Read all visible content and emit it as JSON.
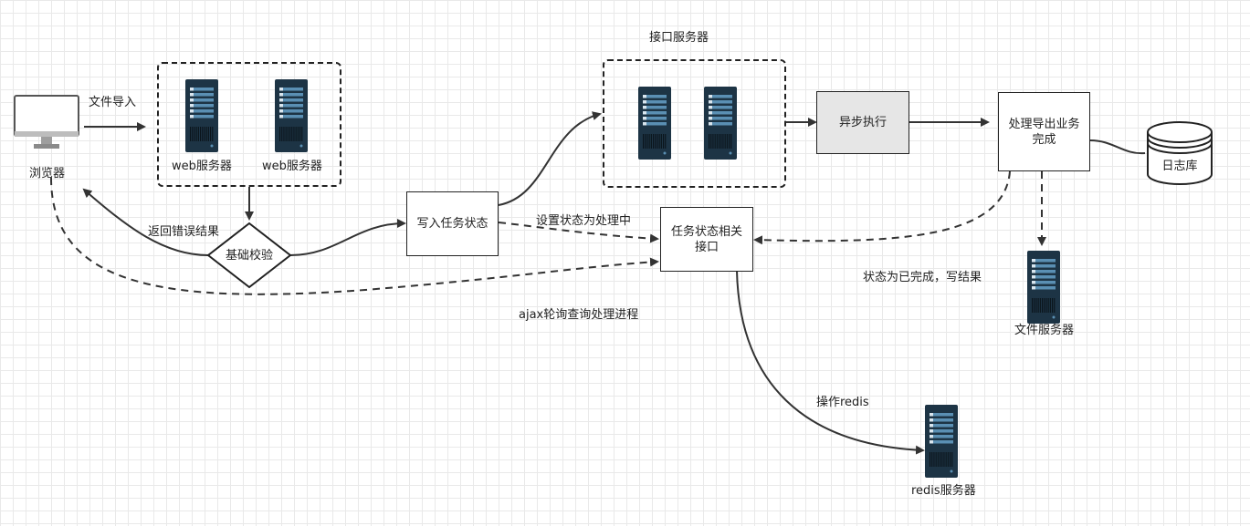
{
  "nodes": {
    "browser": "浏览器",
    "web_server_1": "web服务器",
    "web_server_2": "web服务器",
    "api_group_title": "接口服务器",
    "basic_check": "基础校验",
    "write_task_status": "写入任务状态",
    "async_exec": "异步执行",
    "process_export": "处理导出业务完成",
    "log_db": "日志库",
    "task_status_api": "任务状态相关接口",
    "file_server": "文件服务器",
    "redis_server": "redis服务器"
  },
  "edges": {
    "file_import": "文件导入",
    "return_error": "返回错误结果",
    "set_processing": "设置状态为处理中",
    "status_done": "状态为已完成，写结果",
    "ajax_poll": "ajax轮询查询处理进程",
    "operate_redis": "操作redis"
  },
  "colors": {
    "server_body": "#1d3445",
    "server_stripe": "#5a8fb3",
    "async_fill": "#e6e6e6",
    "line": "#333333"
  }
}
